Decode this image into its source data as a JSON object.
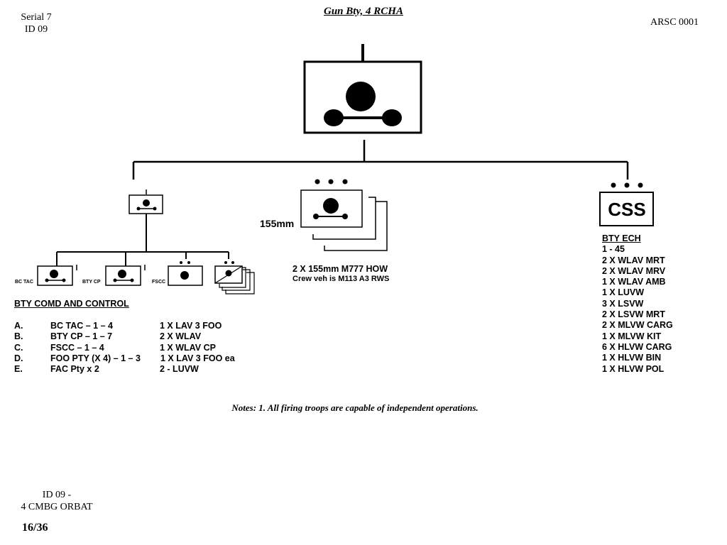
{
  "header": {
    "title": "Gun Bty, 4 RCHA",
    "serial_line1": "Serial 7",
    "serial_line2": "ID 09",
    "ref": "ARSC 0001"
  },
  "units": {
    "gun_label": "155mm",
    "css_label": "CSS",
    "bc_tac": "BC TAC",
    "bty_cp": "BTY CP",
    "fscc": "FSCC"
  },
  "guns": {
    "line1": "2  X 155mm M777 HOW",
    "line2": "Crew veh is  M113 A3 RWS"
  },
  "comd": {
    "title": "BTY COMD AND CONTROL",
    "rows": [
      {
        "letter": "A.",
        "name": "BC TAC – 1 – 4",
        "equip": "1 X LAV 3 FOO"
      },
      {
        "letter": "B.",
        "name": "BTY CP – 1 – 7",
        "equip": "2 X WLAV"
      },
      {
        "letter": "C.",
        "name": "FSCC – 1 – 4",
        "equip": "1 X WLAV CP"
      },
      {
        "letter": "D.",
        "name": "FOO PTY (X 4) – 1 – 3",
        "equip": "1 X LAV 3 FOO ea"
      },
      {
        "letter": "E.",
        "name": "FAC Pty x 2",
        "equip": "2 - LUVW"
      }
    ]
  },
  "ech": {
    "title": "BTY ECH",
    "lines": [
      "1 - 45",
      "2 X WLAV MRT",
      "2 X WLAV MRV",
      "1 X WLAV AMB",
      "1 X LUVW",
      "3 X LSVW",
      "2 X LSVW MRT",
      "2 X MLVW CARG",
      "1 X MLVW KIT",
      "6 X HLVW CARG",
      "1 X HLVW BIN",
      "1 X HLVW POL"
    ]
  },
  "notes": "Notes:  1.  All firing troops are capable of independent operations.",
  "footer": {
    "line1": "ID 09 -",
    "line2": "4 CMBG ORBAT",
    "page": "16/36"
  }
}
